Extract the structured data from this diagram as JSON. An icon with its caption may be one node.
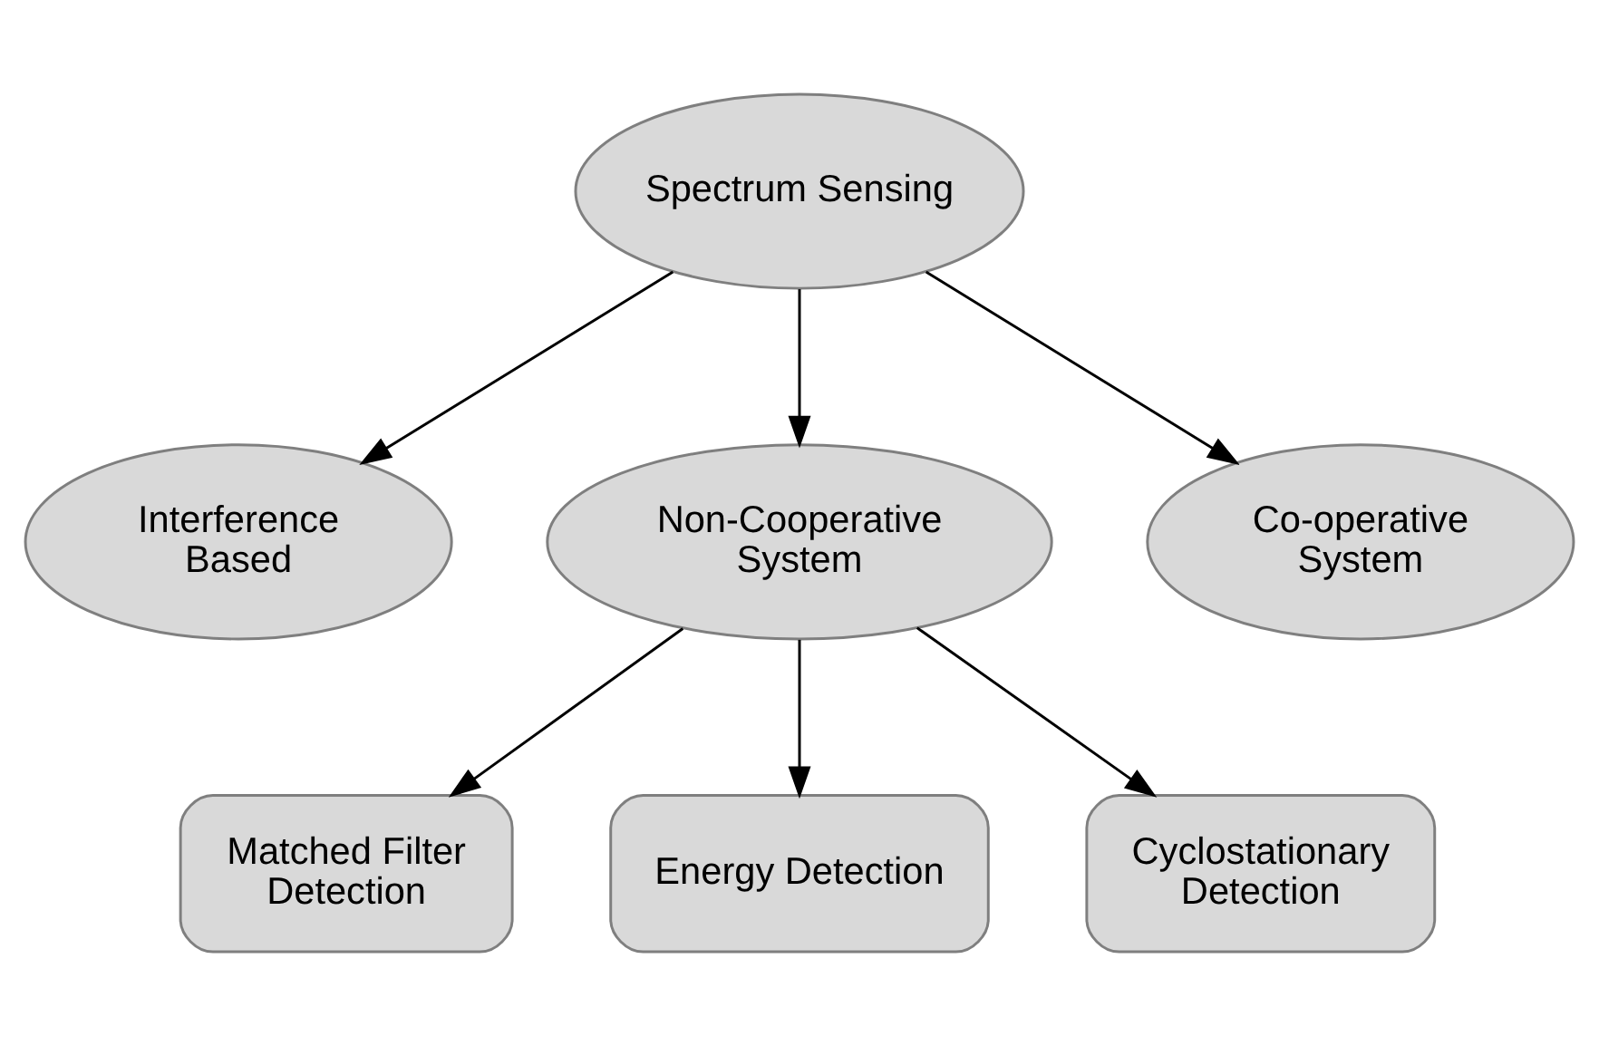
{
  "diagram": {
    "nodes": [
      {
        "text": [
          "Spectrum Sensing"
        ]
      },
      {
        "text": [
          "Interference Based"
        ]
      },
      {
        "text": [
          "Non-Cooperative System"
        ]
      },
      {
        "text": [
          "Co-operative System"
        ]
      },
      {
        "text": [
          "Matched Filter Detection"
        ]
      },
      {
        "text": [
          "Energy Detection"
        ]
      },
      {
        "text": [
          "Cyclostationary Detection"
        ]
      }
    ],
    "edges": [
      {
        "from": 0,
        "to": 1,
        "arrow": "to"
      },
      {
        "from": 0,
        "to": 2,
        "arrow": "to"
      },
      {
        "from": 0,
        "to": 3,
        "arrow": "to"
      },
      {
        "from": 2,
        "to": 4,
        "arrow": "to"
      },
      {
        "from": 2,
        "to": 5,
        "arrow": "to"
      },
      {
        "from": 2,
        "to": 6,
        "arrow": "to"
      }
    ]
  }
}
